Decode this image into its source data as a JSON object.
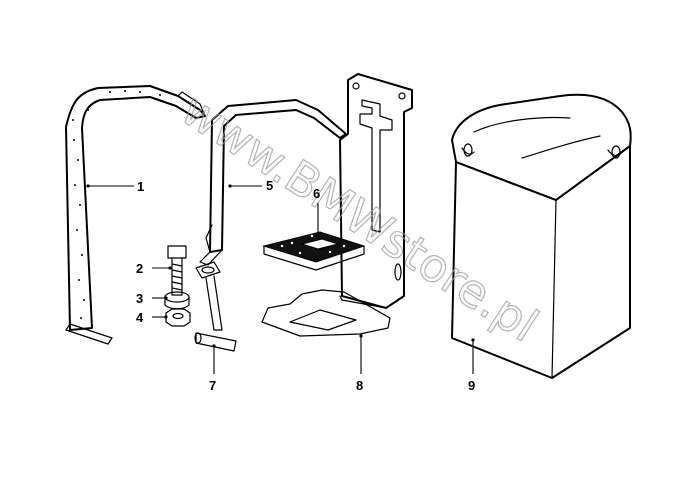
{
  "watermark": "www.BMWstore.pl",
  "callouts": [
    {
      "id": "1",
      "part": "battery-strap"
    },
    {
      "id": "2",
      "part": "bolt"
    },
    {
      "id": "3",
      "part": "washer-nut"
    },
    {
      "id": "4",
      "part": "hex-nut"
    },
    {
      "id": "5",
      "part": "holding-bracket"
    },
    {
      "id": "6",
      "part": "rubber-pad"
    },
    {
      "id": "7",
      "part": "clamp-pin"
    },
    {
      "id": "8",
      "part": "battery-tray"
    },
    {
      "id": "9",
      "part": "battery"
    }
  ],
  "colors": {
    "ink": "#000000",
    "watermark": "#9a9a9a",
    "background": "#ffffff"
  }
}
